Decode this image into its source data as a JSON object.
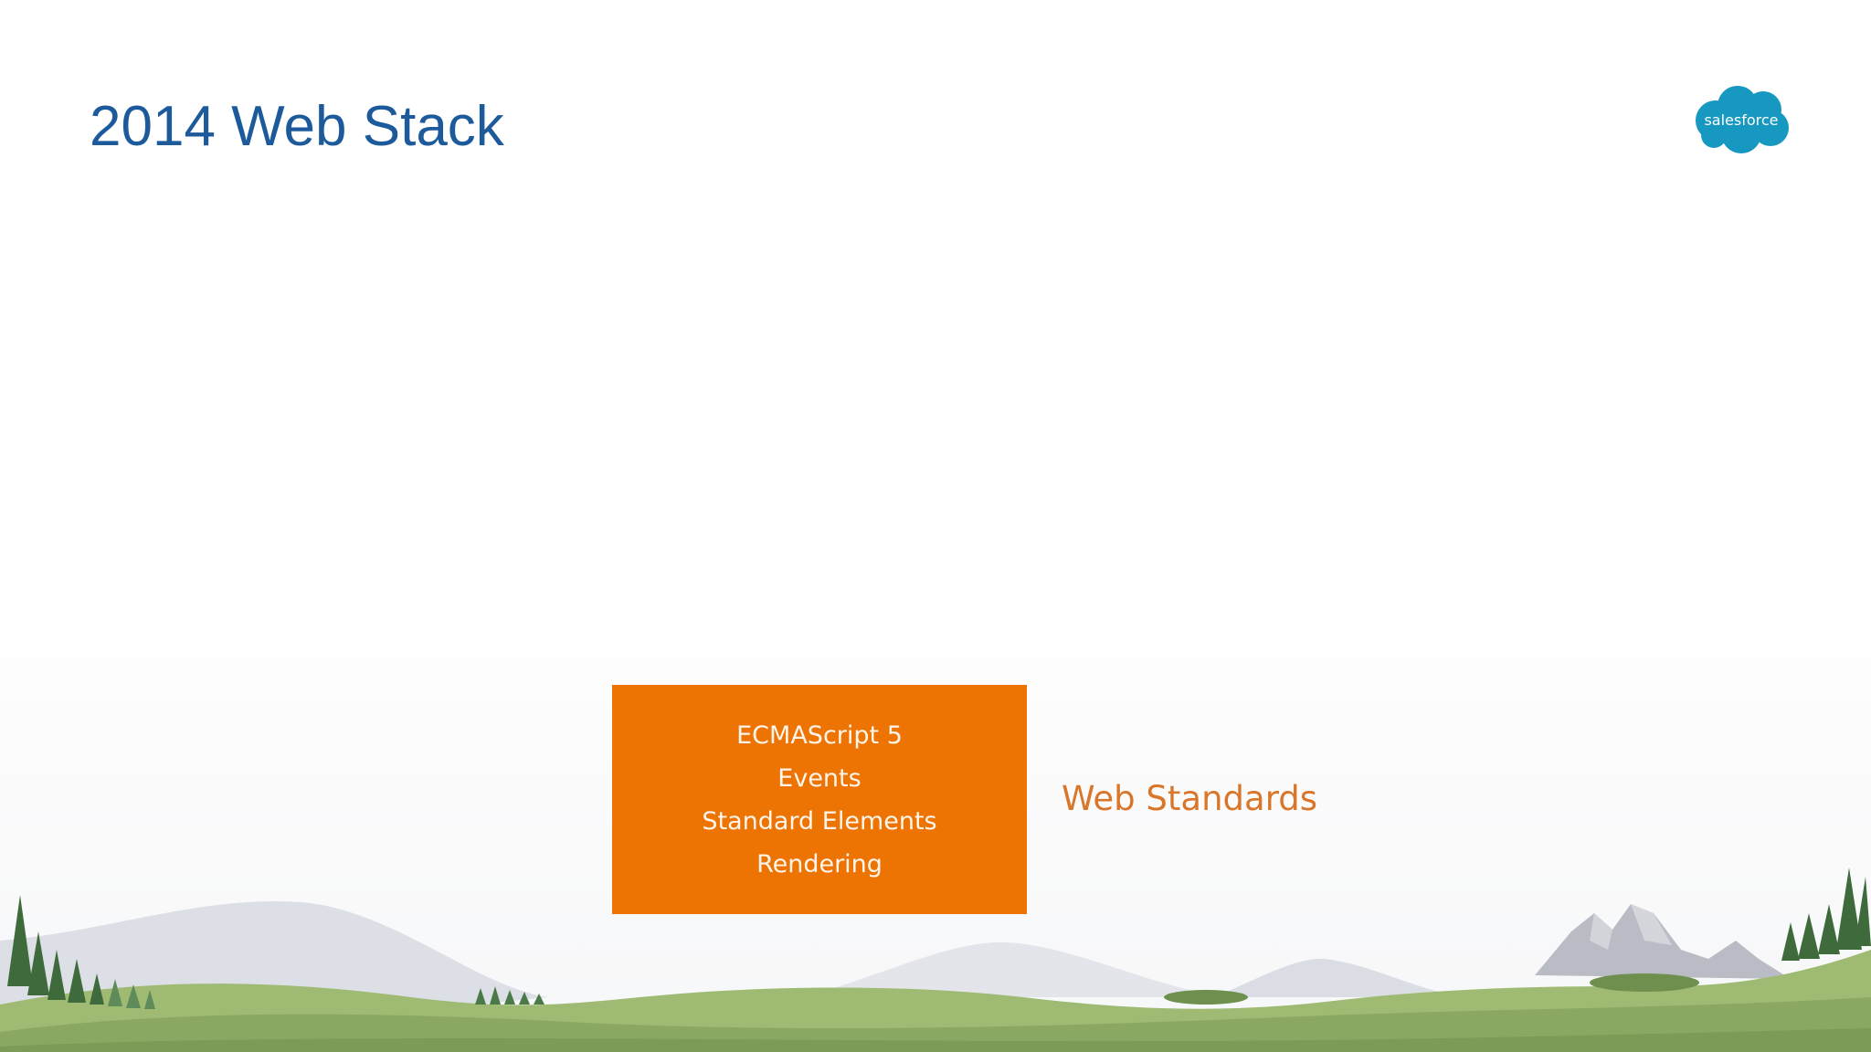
{
  "slide": {
    "title": "2014 Web Stack",
    "logo_text": "salesforce",
    "logo_icon": "salesforce-cloud-logo",
    "landscape_icon": "mountain-landscape-illustration"
  },
  "stack": {
    "layer_label": "Web Standards",
    "items": [
      "ECMAScript 5",
      "Events",
      "Standard Elements",
      "Rendering"
    ]
  },
  "colors": {
    "title": "#1d5a9b",
    "box": "#ed7303",
    "box_text": "#fff5ea",
    "label": "#d9762a",
    "logo": "#1798c1"
  }
}
